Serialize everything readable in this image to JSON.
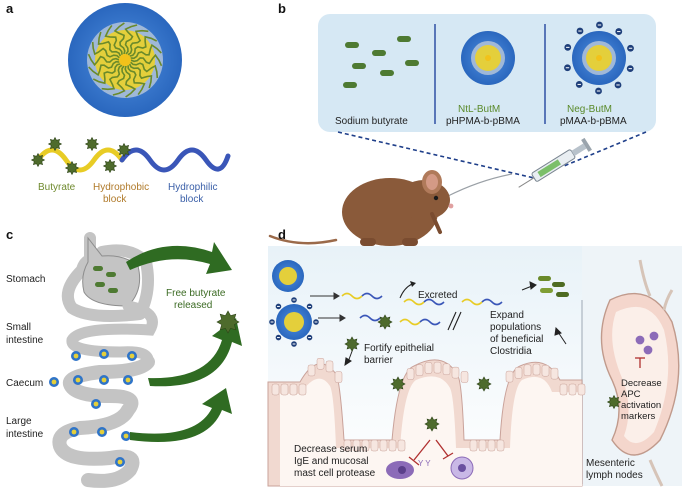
{
  "panels": {
    "a": {
      "label": "a",
      "legend": [
        {
          "text": "Butyrate",
          "color": "#6f8a2e"
        },
        {
          "text": "Hydrophobic",
          "text2": "block",
          "color": "#b07a2a"
        },
        {
          "text": "Hydrophilic",
          "text2": "block",
          "color": "#3a5fa8"
        }
      ]
    },
    "b": {
      "label": "b",
      "items": [
        {
          "line1": "Sodium butyrate",
          "line2": ""
        },
        {
          "line1": "NtL-ButM",
          "line2": "pHPMA-b-pBMA",
          "line1_color": "#5a8a2a"
        },
        {
          "line1": "Neg-ButM",
          "line2": "pMAA-b-pBMA",
          "line1_color": "#5a8a2a"
        }
      ]
    },
    "c": {
      "label": "c",
      "regions": {
        "stomach": "Stomach",
        "small1": "Small",
        "small2": "intestine",
        "caecum": "Caecum",
        "large1": "Large",
        "large2": "intestine"
      },
      "free1": "Free butyrate",
      "free2": "released"
    },
    "d": {
      "label": "d",
      "excreted": "Excreted",
      "fortify1": "Fortify epithelial",
      "fortify2": "barrier",
      "expand1": "Expand",
      "expand2": "populations",
      "expand3": "of beneficial",
      "expand4": "Clostridia",
      "serum1": "Decrease serum",
      "serum2": "IgE and mucosal",
      "serum3": "mast cell protease",
      "apc1": "Decrease",
      "apc2": "APC",
      "apc3": "activation",
      "apc4": "markers",
      "lymph1": "Mesenteric",
      "lymph2": "lymph nodes"
    }
  },
  "colors": {
    "shell_blue": "#2f74c8",
    "core_yellow": "#e8d23a",
    "butyrate_green": "#4e6b2c",
    "arrow_green": "#2f6b22",
    "gut_gray": "#c4c4c4",
    "tissue_pink": "#f1d9d0"
  }
}
